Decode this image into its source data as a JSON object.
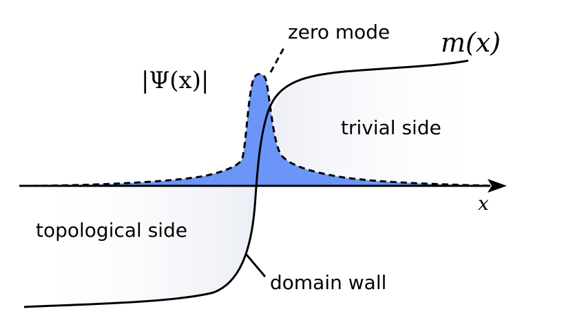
{
  "labels": {
    "mass_function": "m(x)",
    "wavefunction": "|Ψ(x)|",
    "x_axis": "x",
    "zero_mode": "zero mode",
    "trivial_side": "trivial side",
    "topological_side": "topological side",
    "domain_wall": "domain wall"
  },
  "colors": {
    "zero_mode_fill": "#6b96f7",
    "curve": "#000000",
    "axis": "#000000",
    "side_shading": "#f1f2f7"
  }
}
